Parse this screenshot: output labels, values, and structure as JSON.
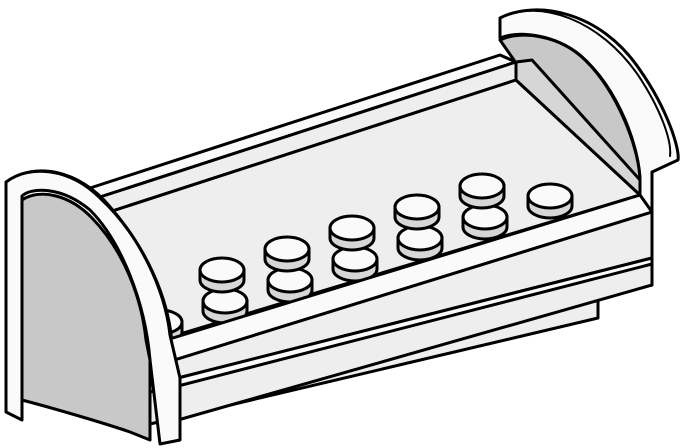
{
  "figure": {
    "subject": "brick-bed-part",
    "colors": {
      "outline": "#000000",
      "body": "#eeeeee",
      "highlight": "#fafafa",
      "shade": "#d6d6d6",
      "panel": "#c8c8c8",
      "background": "#ffffff"
    },
    "studs_back_row": 5,
    "studs_front_row": 7
  }
}
